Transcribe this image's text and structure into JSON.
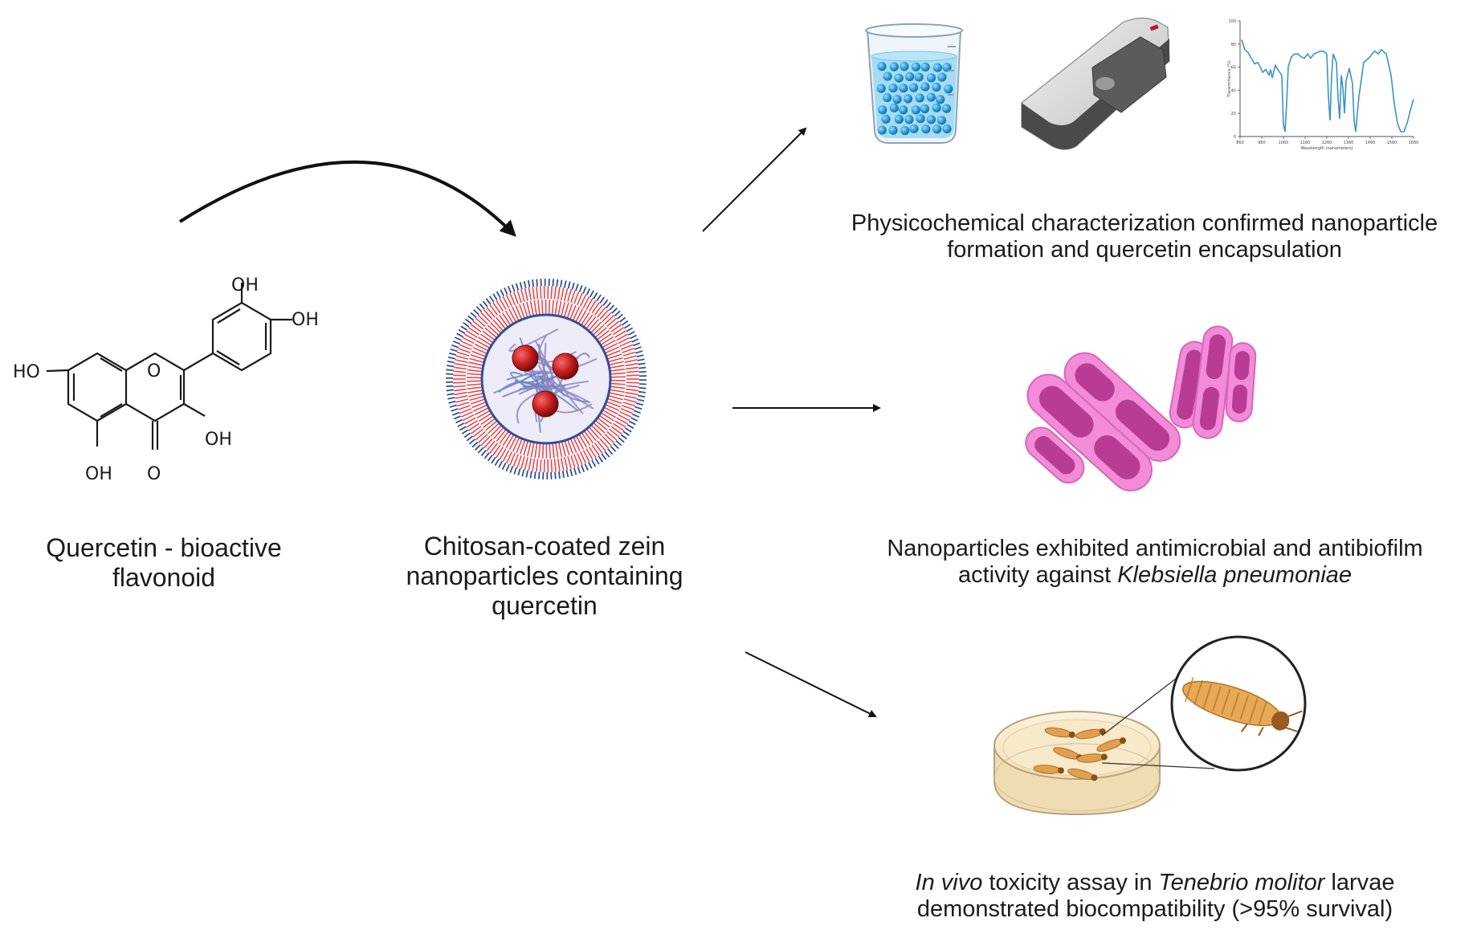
{
  "molecule": {
    "groups": [
      "OH",
      "OH",
      "HO",
      "O",
      "OH",
      "OH",
      "O"
    ]
  },
  "captions": {
    "quercetin": [
      "Quercetin - bioactive",
      "flavonoid"
    ],
    "nanoparticle": [
      "Chitosan-coated zein",
      "nanoparticles containing",
      "quercetin"
    ],
    "physicochemical": [
      "Physicochemical characterization confirmed nanoparticle",
      "formation and quercetin encapsulation"
    ],
    "antimicrobial": {
      "line1": "Nanoparticles exhibited antimicrobial and antibiofilm",
      "line2_prefix": "activity against ",
      "line2_italic": "Klebsiella pneumoniae"
    },
    "toxicity": {
      "line1_italic_a": "In vivo",
      "line1_mid": " toxicity assay in ",
      "line1_italic_b": "Tenebrio molitor",
      "line1_suffix": " larvae",
      "line2": "demonstrated biocompatibility (>95% survival)"
    }
  },
  "spectrum": {
    "ylabel": "Transmittance (%)",
    "xlabel": "Wavelength (nanometers)",
    "yticks": [
      "100",
      "80",
      "60",
      "40",
      "20",
      "0"
    ],
    "xticks": [
      "860",
      "960",
      "1060",
      "1160",
      "1260",
      "1360",
      "1460",
      "1560",
      "1660"
    ]
  },
  "colors": {
    "arrow": "#111111",
    "chitosan_red": "#e8474b",
    "chitosan_blue": "#2f4f9e",
    "zein": "#8f86c2",
    "quercetin_red": "#c41d1d",
    "bacteria_pink": "#f08ad8",
    "bacteria_dark": "#b8388f",
    "liquid_blue": "#3da9df",
    "larva_orange": "#e0a050"
  }
}
